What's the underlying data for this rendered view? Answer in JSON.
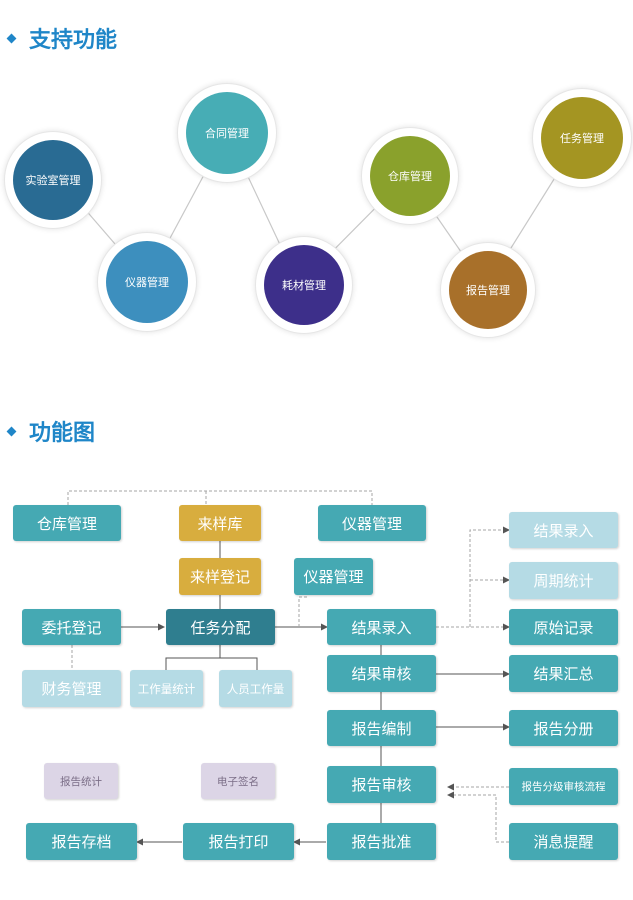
{
  "sections": {
    "features_title": "支持功能",
    "diagram_title": "功能图"
  },
  "circles": {
    "lab": "实验室管理",
    "instrument": "仪器管理",
    "contract": "合同管理",
    "consumables": "耗材管理",
    "warehouse": "仓库管理",
    "report": "报告管理",
    "task": "任务管理"
  },
  "flow": {
    "warehouse": "仓库管理",
    "sample_lib": "来样库",
    "instrument_top": "仪器管理",
    "sample_reg": "来样登记",
    "instrument_mid": "仪器管理",
    "entrust_reg": "委托登记",
    "task_assign": "任务分配",
    "result_entry": "结果录入",
    "finance": "财务管理",
    "workload_stats": "工作量统计",
    "staff_workload": "人员工作量",
    "result_review": "结果审核",
    "report_edit": "报告编制",
    "report_review": "报告审核",
    "report_approve": "报告批准",
    "report_print": "报告打印",
    "report_archive": "报告存档",
    "report_stats": "报告统计",
    "e_signature": "电子签名",
    "r_result_entry": "结果录入",
    "r_period_stats": "周期统计",
    "r_raw_record": "原始记录",
    "r_result_summary": "结果汇总",
    "r_report_split": "报告分册",
    "r_graded_review": "报告分级审核流程",
    "r_notify": "消息提醒"
  },
  "colors": {
    "accent": "#1f86c8",
    "teal": "#45a9b3",
    "dark_teal": "#2f7e8f",
    "gold": "#d8ad3e",
    "light_blue": "#b5dbe5",
    "lavender": "#dcd5e6"
  }
}
